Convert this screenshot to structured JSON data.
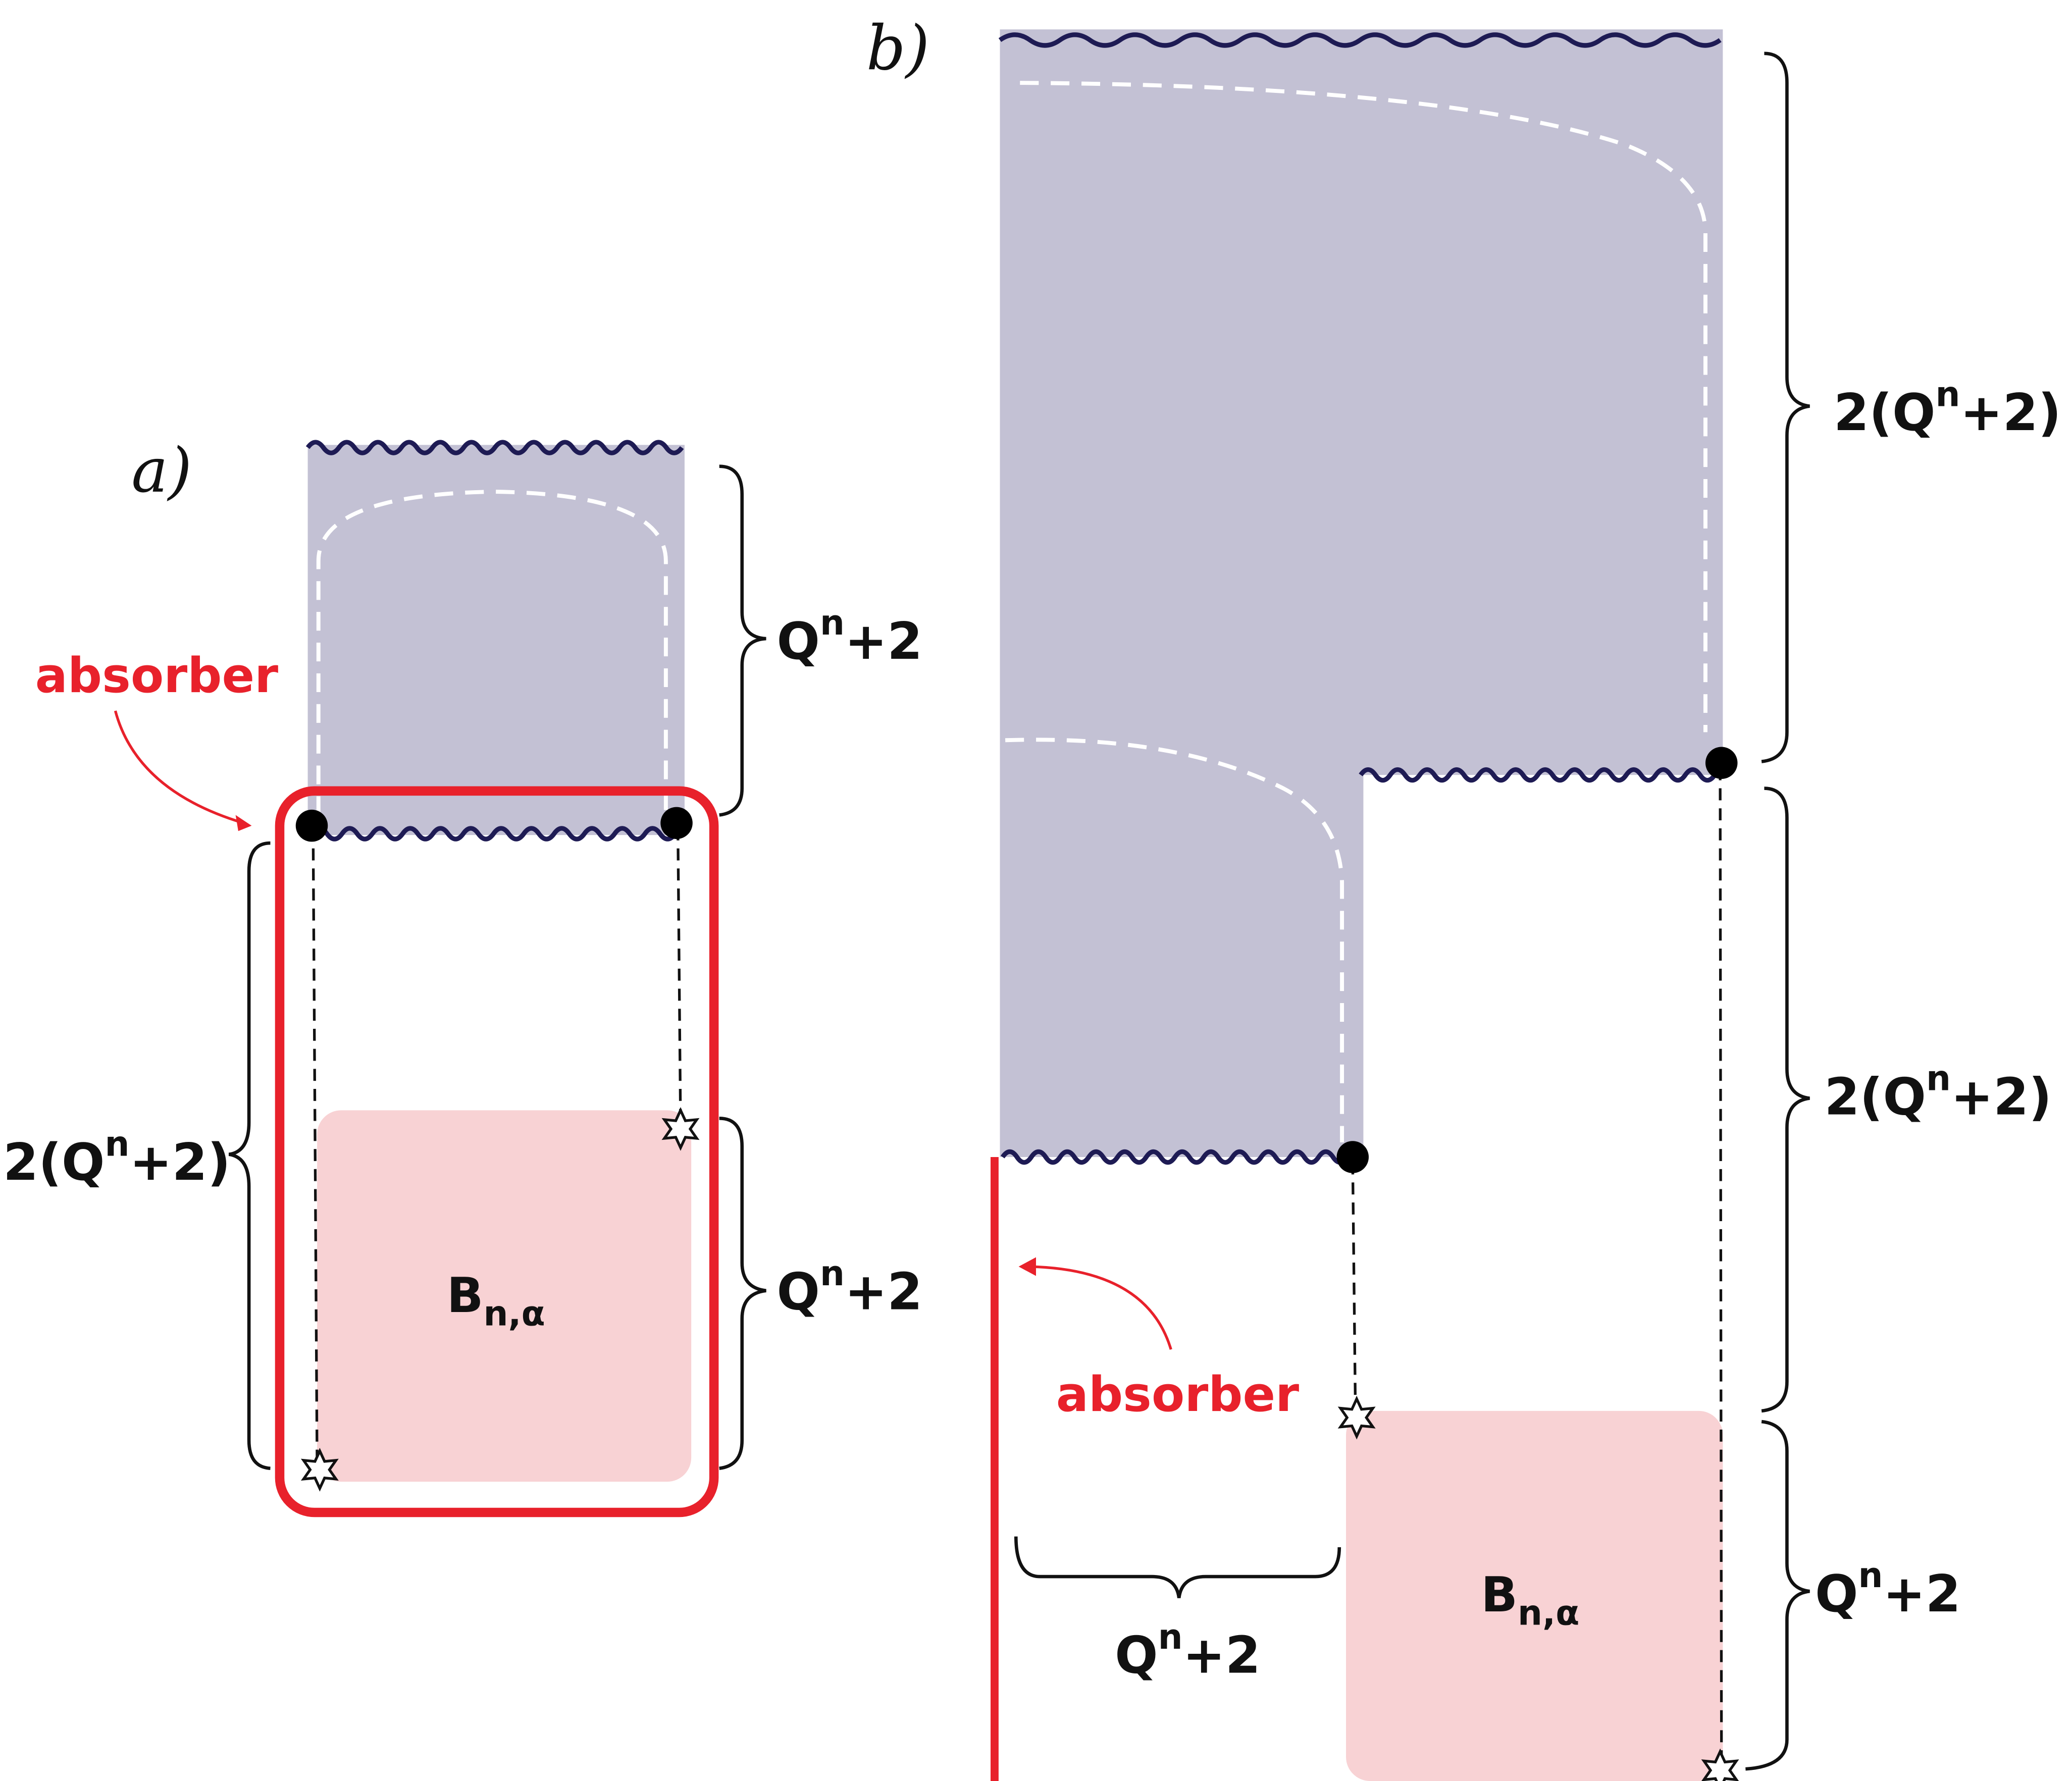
{
  "panel_a": {
    "label": "a)",
    "absorber_label": "absorber",
    "block_label_main": "B",
    "block_label_sub": "n,α",
    "top_brace_base": "Q",
    "top_brace_sup": "n",
    "top_brace_tail": "+2",
    "left_brace_head": "2(Q",
    "left_brace_sup": "n",
    "left_brace_tail": "+2)",
    "block_brace_base": "Q",
    "block_brace_sup": "n",
    "block_brace_tail": "+2"
  },
  "panel_b": {
    "label": "b)",
    "absorber_label": "absorber",
    "block_label_main": "B",
    "block_label_sub": "n,α",
    "upper_brace_head": "2(Q",
    "upper_brace_sup": "n",
    "upper_brace_tail": "+2)",
    "middle_brace_head": "2(Q",
    "middle_brace_sup": "n",
    "middle_brace_tail": "+2)",
    "lower_brace_base": "Q",
    "lower_brace_sup": "n",
    "lower_brace_tail": "+2",
    "bottom_brace_base": "Q",
    "bottom_brace_sup": "n",
    "bottom_brace_tail": "+2"
  },
  "colors": {
    "region_fill": "#c3c1d4",
    "wavy_edge": "#1e1b54",
    "block_fill": "#f8d2d4",
    "absorber_red": "#e8212b",
    "dashed_white": "#ffffff",
    "node": "#000000"
  }
}
